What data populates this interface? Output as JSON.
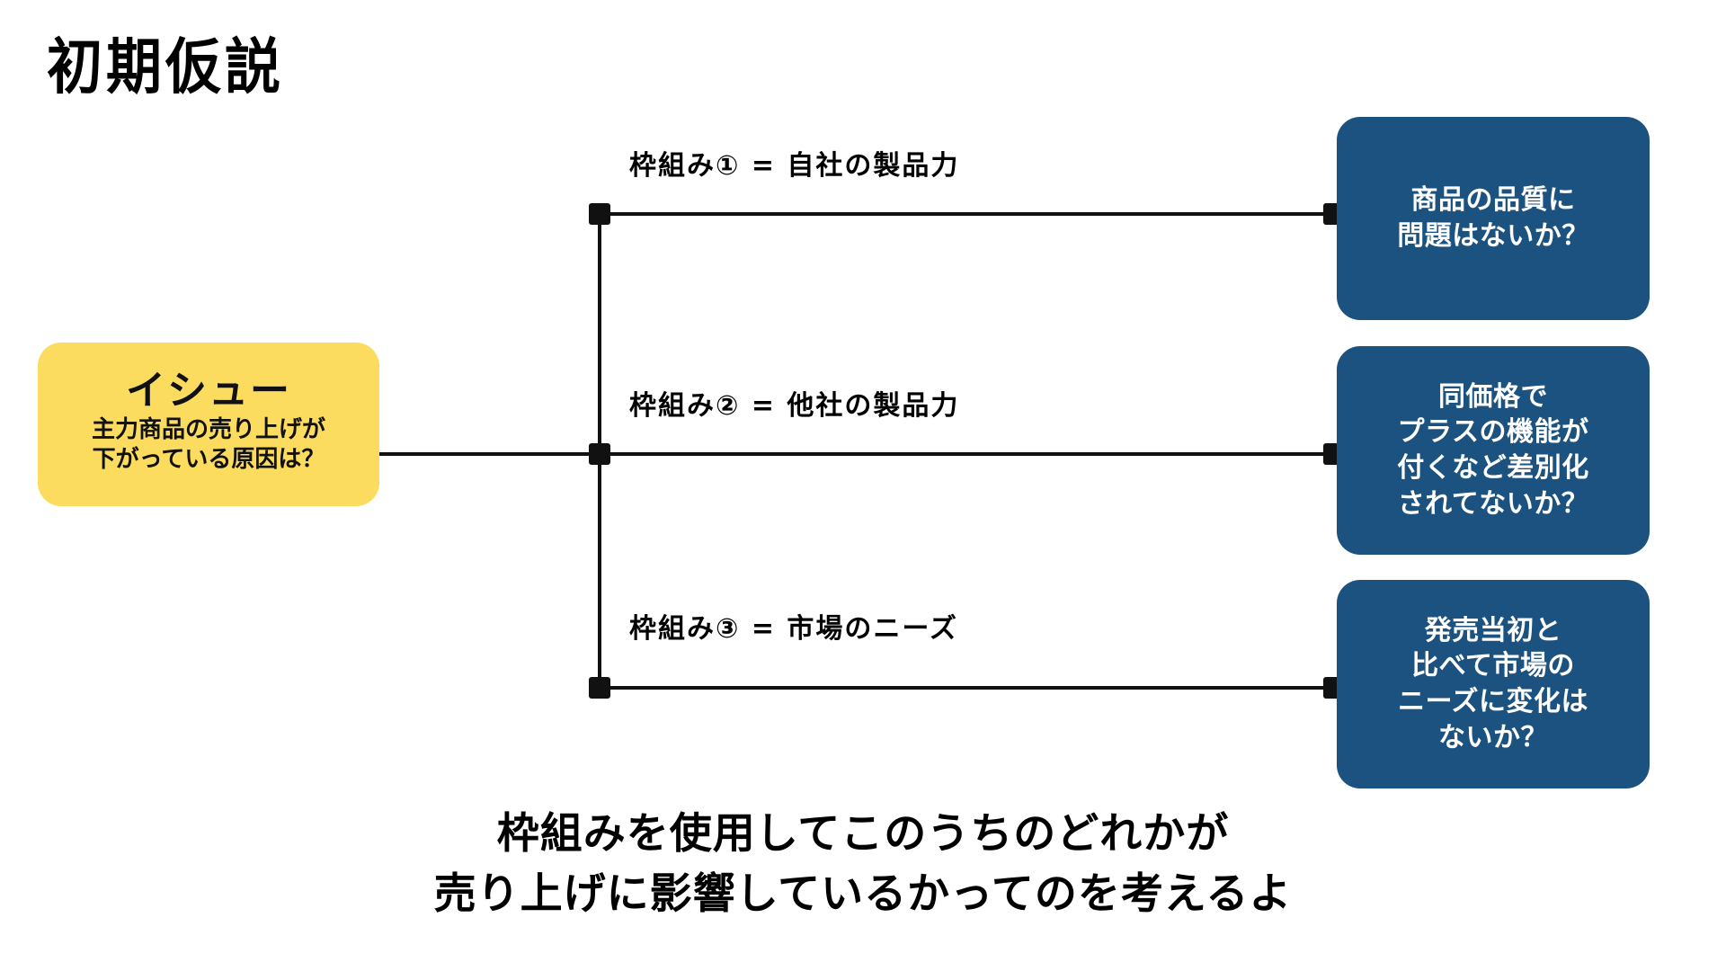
{
  "title": "初期仮説",
  "issue": {
    "heading": "イシュー",
    "detail": "主力商品の売り上げが\n下がっている原因は？",
    "detail_line1": "主力商品の売り上げが",
    "detail_line2": "下がっている原因は？",
    "bg_color": "#FCDC5F"
  },
  "branches": [
    {
      "framework_label": "枠組み① = 自社の製品力",
      "hypothesis": "商品の品質に\n問題はないか？"
    },
    {
      "framework_label": "枠組み② = 他社の製品力",
      "hypothesis": "同価格で\nプラスの機能が\n付くなど差別化\nされてないか？"
    },
    {
      "framework_label": "枠組み③ = 市場のニーズ",
      "hypothesis": "発売当初と\n比べて市場の\nニーズに変化は\nないか？"
    }
  ],
  "hypothesis_box_color": "#1B5280",
  "connector_color": "#111111",
  "caption": "枠組みを使用してこのうちのどれかが\n売り上げに影響しているかってのを考えるよ"
}
